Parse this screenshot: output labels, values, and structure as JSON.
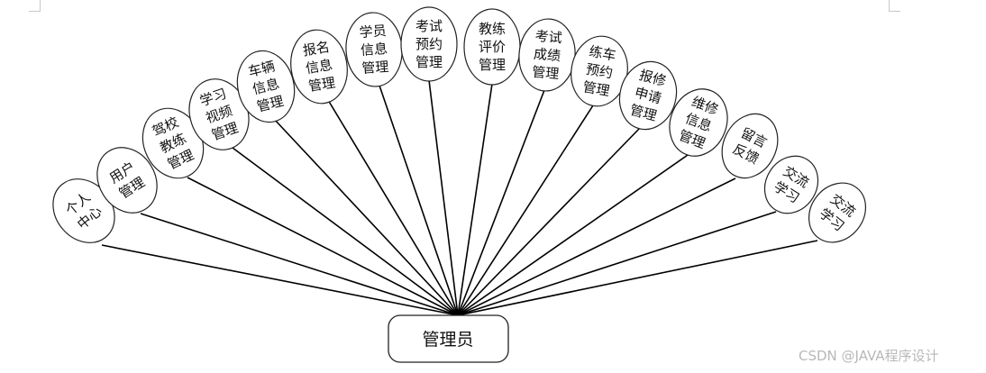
{
  "diagram": {
    "root": {
      "label": "管理员"
    },
    "leaves": [
      {
        "lines": [
          "个人",
          "中心"
        ]
      },
      {
        "lines": [
          "用户",
          "管理"
        ]
      },
      {
        "lines": [
          "驾校",
          "教练",
          "管理"
        ]
      },
      {
        "lines": [
          "学习",
          "视频",
          "管理"
        ]
      },
      {
        "lines": [
          "车辆",
          "信息",
          "管理"
        ]
      },
      {
        "lines": [
          "报名",
          "信息",
          "管理"
        ]
      },
      {
        "lines": [
          "学员",
          "信息",
          "管理"
        ]
      },
      {
        "lines": [
          "考试",
          "预约",
          "管理"
        ]
      },
      {
        "lines": [
          "教练",
          "评价",
          "管理"
        ]
      },
      {
        "lines": [
          "考试",
          "成绩",
          "管理"
        ]
      },
      {
        "lines": [
          "练车",
          "预约",
          "管理"
        ]
      },
      {
        "lines": [
          "报修",
          "申请",
          "管理"
        ]
      },
      {
        "lines": [
          "维修",
          "信息",
          "管理"
        ]
      },
      {
        "lines": [
          "留言",
          "反馈"
        ]
      },
      {
        "lines": [
          "交流",
          "学习"
        ]
      },
      {
        "lines": [
          "交流",
          "学习"
        ]
      }
    ]
  },
  "watermark": "CSDN @JAVA程序设计"
}
